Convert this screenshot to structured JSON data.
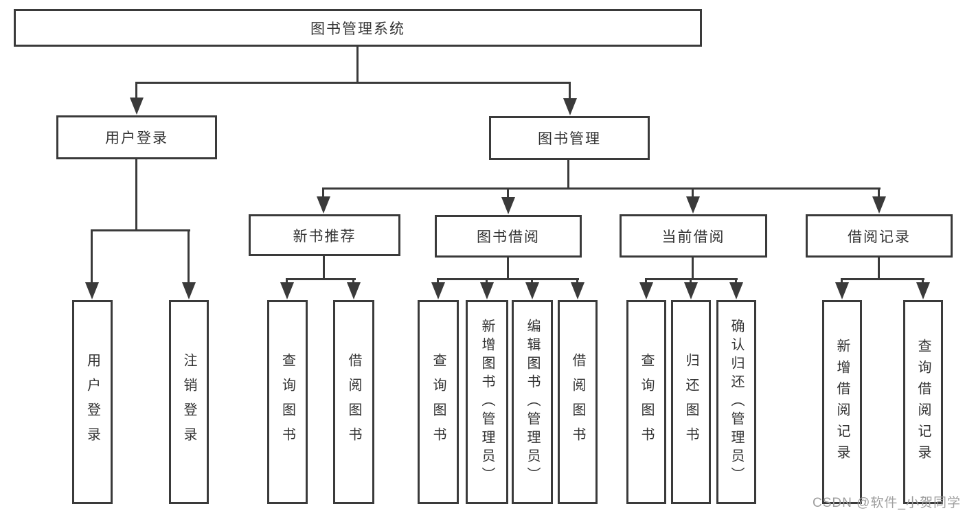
{
  "nodes": {
    "root": "图书管理系统",
    "user_login": "用户登录",
    "book_management": "图书管理",
    "new_book_recommend": "新书推荐",
    "book_borrowing": "图书借阅",
    "current_borrowing": "当前借阅",
    "borrowing_records": "借阅记录",
    "leaf_user_login": "用户登录",
    "leaf_logout": "注销登录",
    "leaf_query_books_recommend": "查询图书",
    "leaf_borrow_books_recommend": "借阅图书",
    "leaf_query_books_borrowing": "查询图书",
    "leaf_add_books_admin": "新增图书（管理员）",
    "leaf_edit_books_admin": "编辑图书（管理员）",
    "leaf_borrow_books": "借阅图书",
    "leaf_query_books_current": "查询图书",
    "leaf_return_books": "归还图书",
    "leaf_confirm_return_admin": "确认归还（管理员）",
    "leaf_add_borrowing_record": "新增借阅记录",
    "leaf_query_borrowing_record": "查询借阅记录"
  },
  "watermark": "CSDN @软件_小贺同学",
  "colors": {
    "line": "#3a3a3a",
    "text": "#333333",
    "watermark": "#9e9e9e",
    "background": "#ffffff"
  }
}
